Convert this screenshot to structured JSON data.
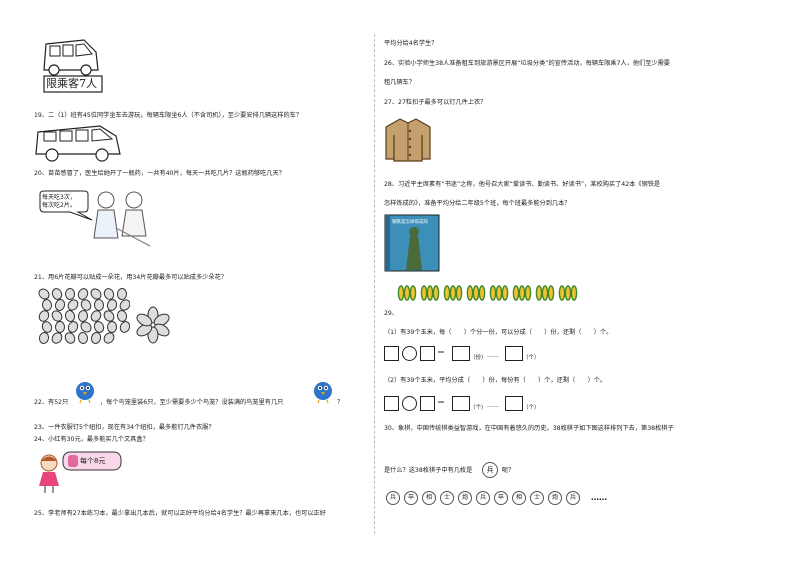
{
  "left": {
    "sign_text": "限乘客7人",
    "q19": "19、二（1）班有45位同学坐车去游玩，每辆车限坐6人（不含司机），至少要安排几辆这样的车？",
    "q20": "20、苗苗感冒了，医生给她开了一瓶药，一共有40片，每天一共吃几片？这瓶药够吃几天？",
    "q20_bubble_line1": "每天吃3次，",
    "q20_bubble_line2": "每次吃2片。",
    "q21": "21、用6片花瓣可以贴成一朵花，用34片花瓣最多可以贴成多少朵花？",
    "q22_a": "22、有52只",
    "q22_b": "，每个鸟笼里装6只，至少需要多少个鸟笼？没装满的鸟笼里有几只",
    "q22_c": "？",
    "q23": "23、一件衣服钉5个纽扣，现在有34个纽扣，最多能钉几件衣服？",
    "q24": "24、小红有30元，最多能买几个文具盒？",
    "q24_price": "每个8元",
    "q25": "25、李老师有27本练习本，最少拿出几本后，就可以正好平均分给4名学生？最少再拿来几本，也可以正好"
  },
  "right": {
    "q25_cont": "平均分给4名学生？",
    "q26_line1": "26、实验小学师生38人准备租车到旅游景区开展“垃圾分类”的宣传活动，每辆车限乘7人，他们至少需要",
    "q26_line2": "租几辆车？",
    "q27": "27、27粒扣子最多可以钉几件上衣？",
    "q28_line1": "28、习近平主席素有“书迷”之称，他号召大家“爱读书、勤读书、好读书”，某校购买了42本《钢铁是",
    "q28_line2": "怎样炼成的》，准备平均分给二年级5个班，每个班最多能分到几本？",
    "book_title": "钢铁是怎样炼成的",
    "q29": "29、",
    "q29_1": "（1）有39个玉米，每（　　）个分一份，可以分成（　　）份，还剩（　　）个。",
    "q29_2": "（2）有39个玉米，平均分成（　　）份，每份有（　　）个，还剩（　　）个。",
    "eq_op": "○",
    "eq_eq": "＝",
    "eq_dots": "……",
    "unit_fen": "（份）",
    "unit_ge": "（个）",
    "q30_line1": "30、象棋，中国传统棋类益智游戏，在中国有着悠久的历史。38枚棋子如下图这样排列下去，第38枚棋子",
    "q30_line2a": "是什么？这38枚棋子中有几枚是",
    "q30_line2b": "呢？",
    "q30_piece": "兵",
    "chess_sequence": [
      "兵",
      "卒",
      "相",
      "士",
      "炮",
      "兵",
      "卒",
      "相",
      "士",
      "炮",
      "兵"
    ],
    "chess_more": "……"
  }
}
